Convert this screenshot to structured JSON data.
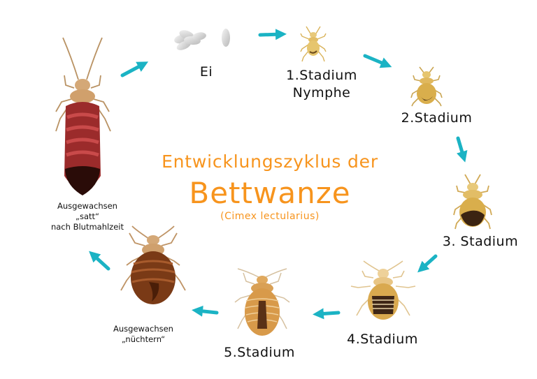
{
  "title": {
    "line1": "Entwicklungszyklus der",
    "line2": "Bettwanze",
    "line3": "(Cimex lectularius)"
  },
  "colors": {
    "title": "#f7941d",
    "arrow": "#1bb3c4",
    "text": "#111111"
  },
  "stages": [
    {
      "id": "egg",
      "label": "Ei",
      "icon": "egg-icon"
    },
    {
      "id": "stage1",
      "label_line1": "1.Stadium",
      "label_line2": "Nymphe",
      "icon": "nymph-stage1-icon"
    },
    {
      "id": "stage2",
      "label": "2.Stadium",
      "icon": "nymph-stage2-icon"
    },
    {
      "id": "stage3",
      "label": "3. Stadium",
      "icon": "nymph-stage3-icon"
    },
    {
      "id": "stage4",
      "label": "4.Stadium",
      "icon": "nymph-stage4-icon"
    },
    {
      "id": "stage5",
      "label": "5.Stadium",
      "icon": "nymph-stage5-icon"
    },
    {
      "id": "adult_hungry",
      "label_line1": "Ausgewachsen",
      "label_line2": "„nüchtern“",
      "icon": "adult-hungry-bug-icon"
    },
    {
      "id": "adult_fed",
      "label_line1": "Ausgewachsen",
      "label_line2": "„satt“",
      "label_line3": "nach Blutmahlzeit",
      "icon": "adult-fed-bug-icon"
    }
  ],
  "arrows": [
    {
      "from": "adult_fed",
      "to": "egg"
    },
    {
      "from": "egg",
      "to": "stage1"
    },
    {
      "from": "stage1",
      "to": "stage2"
    },
    {
      "from": "stage2",
      "to": "stage3"
    },
    {
      "from": "stage3",
      "to": "stage4"
    },
    {
      "from": "stage4",
      "to": "stage5"
    },
    {
      "from": "stage5",
      "to": "adult_hungry"
    },
    {
      "from": "adult_hungry",
      "to": "adult_fed"
    }
  ]
}
